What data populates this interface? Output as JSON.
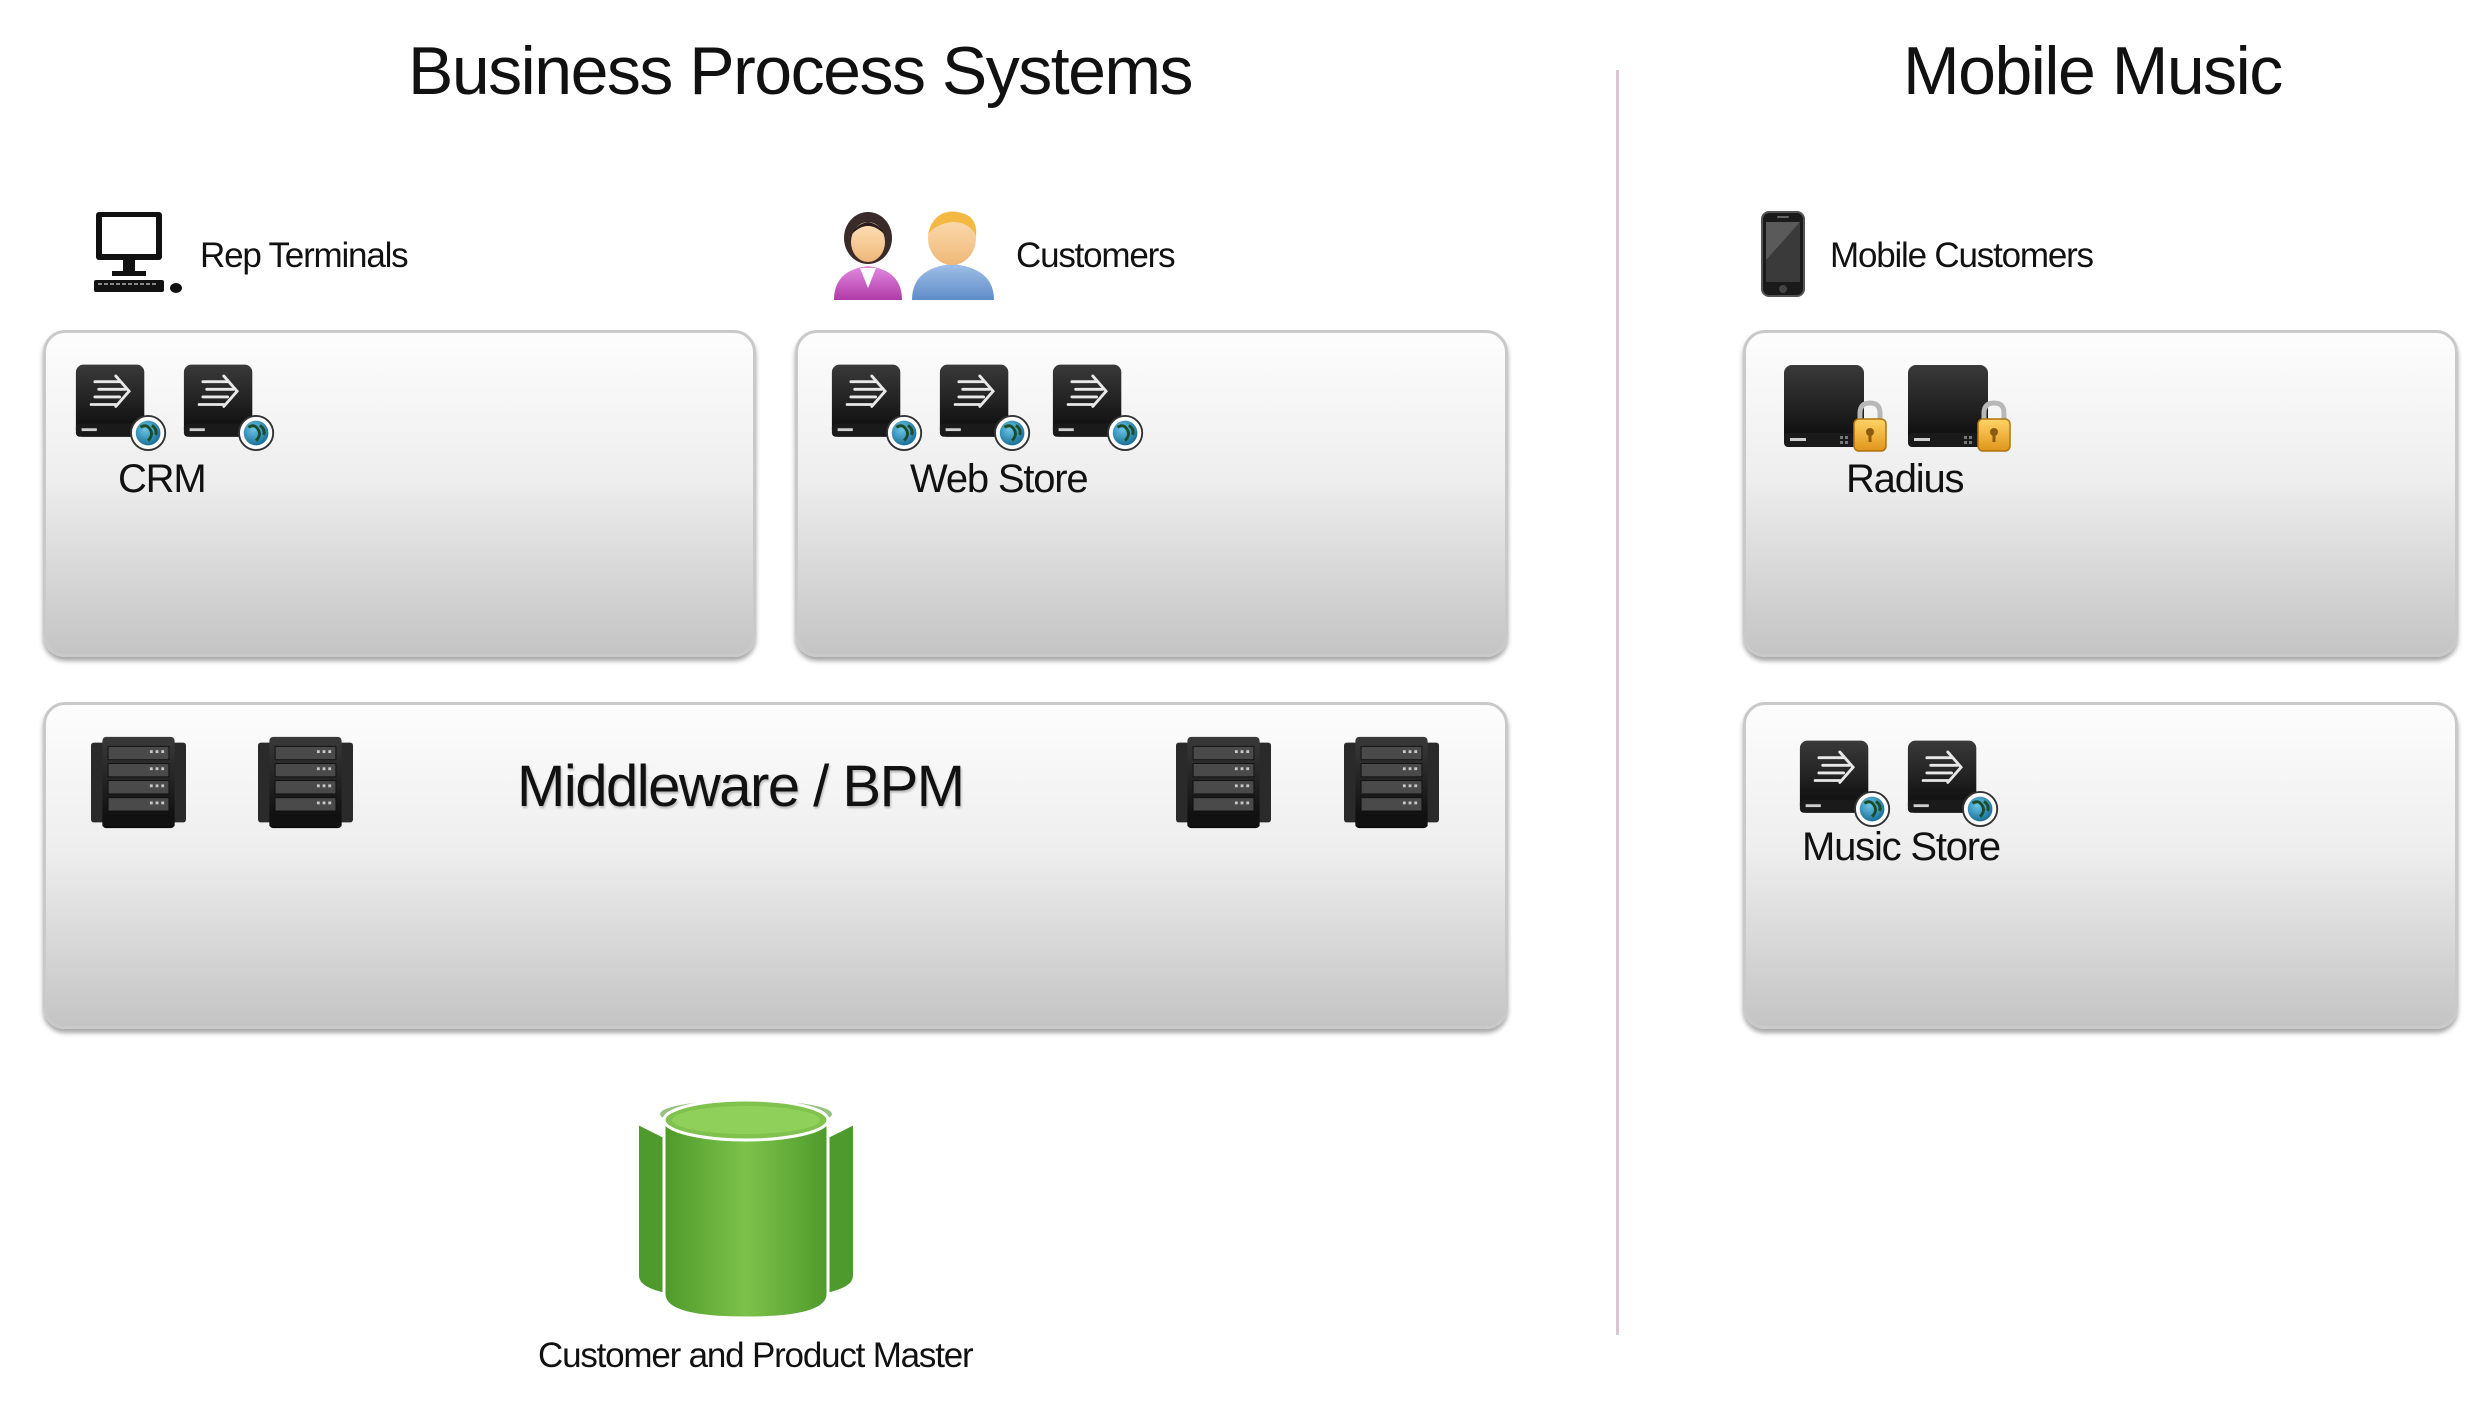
{
  "sections": {
    "left_title": "Business Process Systems",
    "right_title": "Mobile Music"
  },
  "actors": {
    "rep_terminals": "Rep Terminals",
    "customers": "Customers",
    "mobile_customers": "Mobile Customers"
  },
  "boxes": {
    "crm": "CRM",
    "web_store": "Web Store",
    "middleware": "Middleware / BPM",
    "radius": "Radius",
    "music_store": "Music Store"
  },
  "database": {
    "label": "Customer and Product Master"
  },
  "icons": {
    "terminal": "desktop-computer-icon",
    "customers": "people-icon",
    "mobile": "smartphone-icon",
    "web_server": "web-server-icon",
    "secure_server": "locked-server-icon",
    "rack": "server-rack-icon",
    "database": "database-icon"
  },
  "colors": {
    "divider": "#dcc5d3",
    "database_green": "#6db33f",
    "globe_blue": "#2a8fb8",
    "lock_gold": "#f2b12c"
  }
}
